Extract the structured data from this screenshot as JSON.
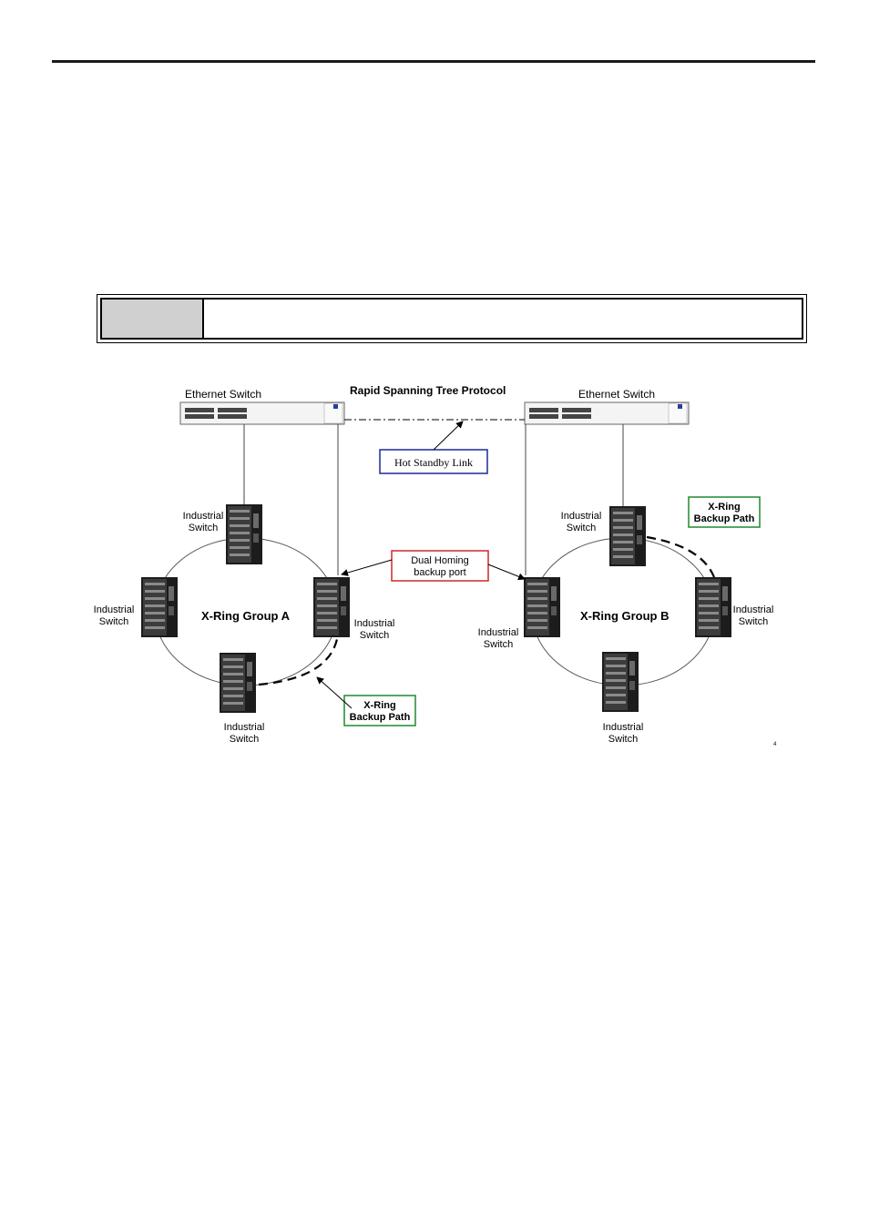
{
  "note": {
    "label": "",
    "text": ""
  },
  "diagram": {
    "title": "Rapid Spanning Tree Protocol",
    "ethernet_switch_left": "Ethernet Switch",
    "ethernet_switch_right": "Ethernet Switch",
    "hot_standby": "Hot Standby Link",
    "dual_homing_line1": "Dual Homing",
    "dual_homing_line2": "backup port",
    "group_a": "X-Ring Group A",
    "group_b": "X-Ring Group B",
    "backup_line1": "X-Ring",
    "backup_line2": "Backup Path",
    "industrial_line1": "Industrial",
    "industrial_line2": "Switch",
    "corner_mark": "4"
  },
  "colors": {
    "hot_standby_border": "#1a2a9a",
    "dual_homing_border": "#cc2a2a",
    "backup_border": "#1f8a2a"
  }
}
